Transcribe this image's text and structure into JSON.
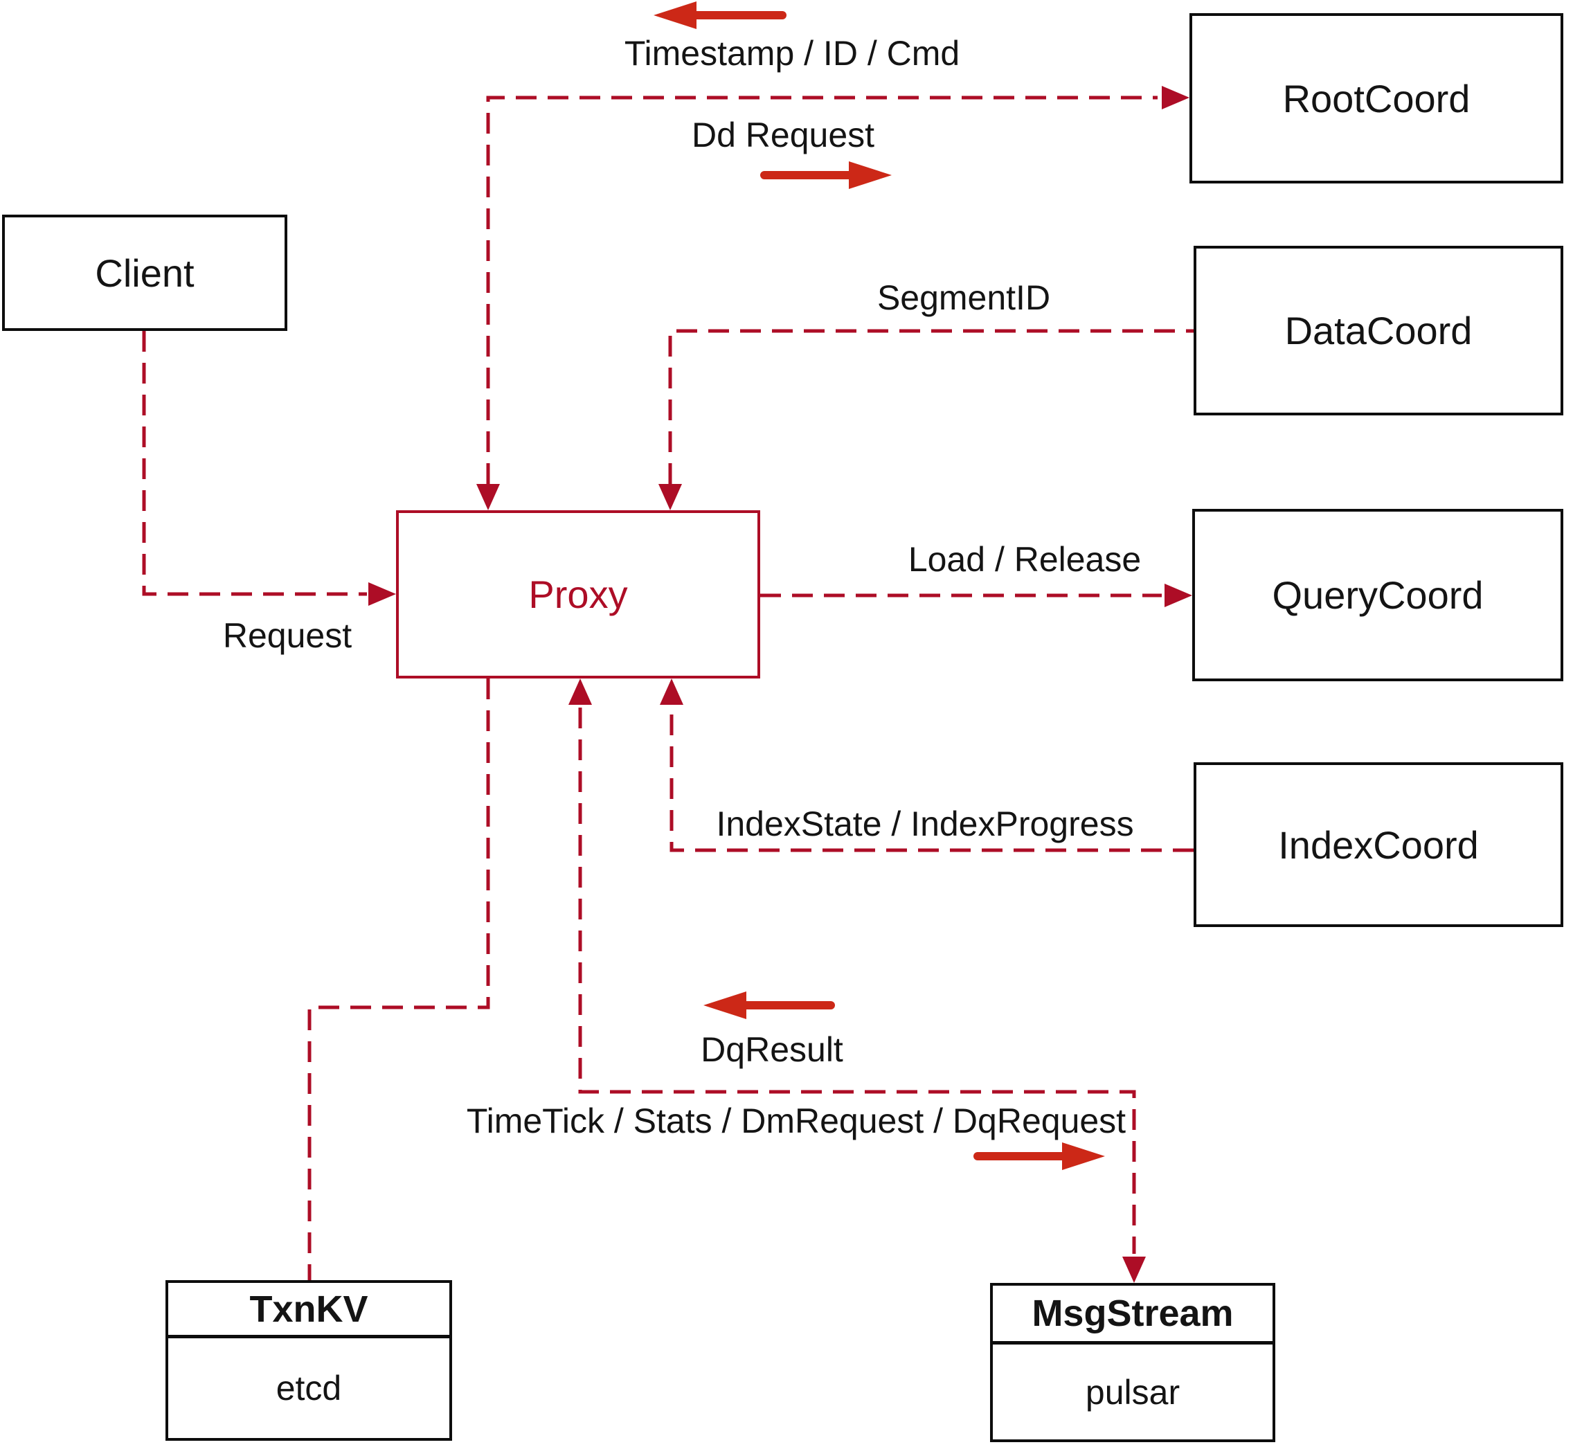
{
  "colors": {
    "line_dashed": "#ad0d26",
    "arrow_solid": "#cc2817",
    "box_border": "#0d0d0d",
    "text": "#141414",
    "background": "#ffffff"
  },
  "nodes": {
    "client": {
      "label": "Client"
    },
    "proxy": {
      "label": "Proxy"
    },
    "root_coord": {
      "label": "RootCoord"
    },
    "data_coord": {
      "label": "DataCoord"
    },
    "query_coord": {
      "label": "QueryCoord"
    },
    "index_coord": {
      "label": "IndexCoord"
    },
    "txn_kv": {
      "title": "TxnKV",
      "subtitle": "etcd"
    },
    "msg_stream": {
      "title": "MsgStream",
      "subtitle": "pulsar"
    }
  },
  "edges": [
    {
      "from": "Proxy",
      "to": "RootCoord",
      "style": "dashed",
      "labels": [
        "Timestamp / ID / Cmd",
        "Dd Request"
      ]
    },
    {
      "from": "DataCoord",
      "to": "Proxy",
      "style": "dashed",
      "labels": [
        "SegmentID"
      ]
    },
    {
      "from": "Client",
      "to": "Proxy",
      "style": "dashed",
      "labels": [
        "Request"
      ]
    },
    {
      "from": "Proxy",
      "to": "QueryCoord",
      "style": "dashed",
      "labels": [
        "Load / Release"
      ]
    },
    {
      "from": "IndexCoord",
      "to": "Proxy",
      "style": "dashed",
      "labels": [
        "IndexState / IndexProgress"
      ]
    },
    {
      "from": "Proxy",
      "to": "MsgStream",
      "style": "dashed",
      "labels": [
        "DqResult",
        "TimeTick / Stats / DmRequest / DqRequest"
      ]
    },
    {
      "from": "Proxy",
      "to": "TxnKV",
      "style": "dashed",
      "labels": []
    }
  ]
}
